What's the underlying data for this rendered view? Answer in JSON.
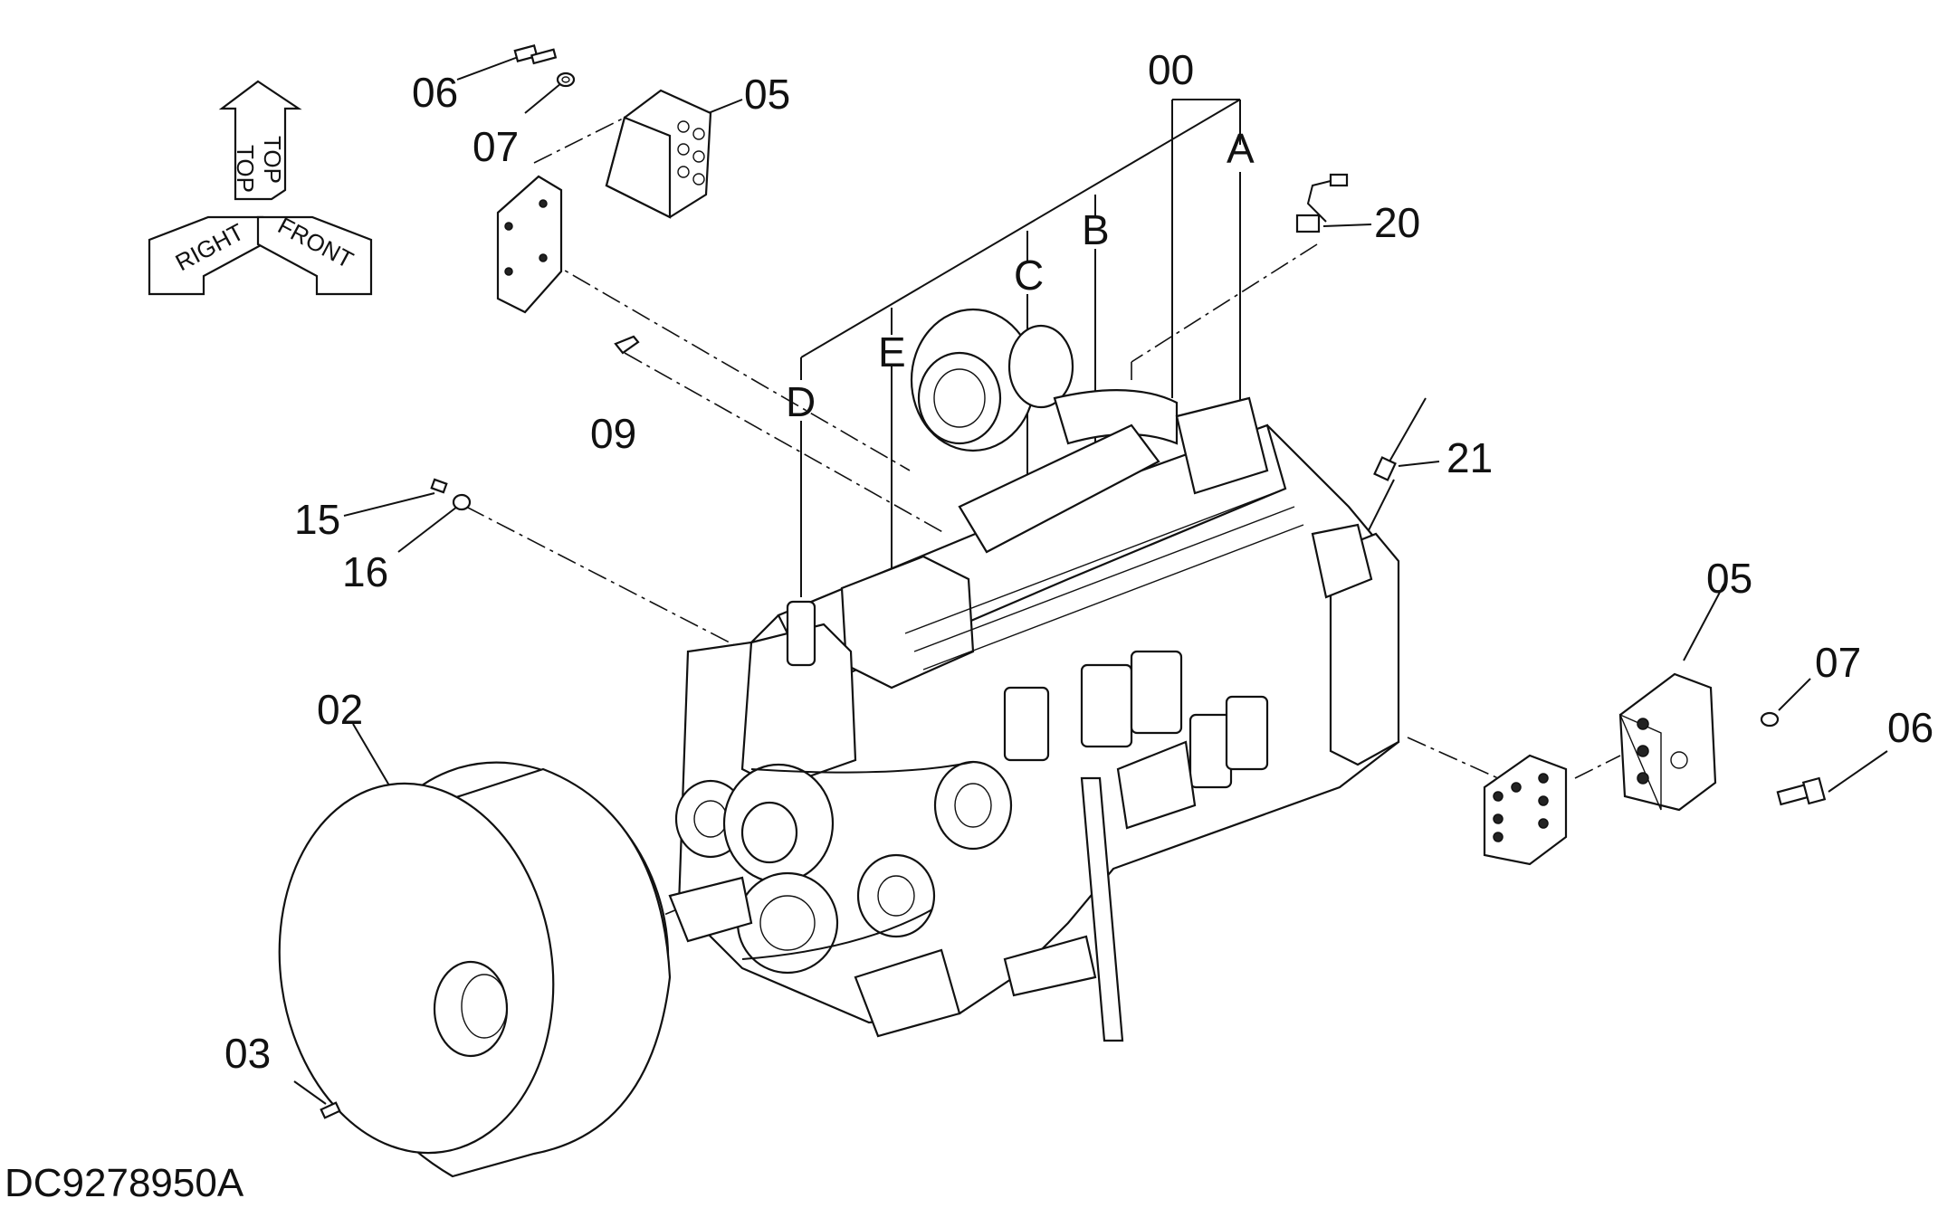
{
  "drawing_id": "DC9278950A",
  "orientation": {
    "top": "TOP",
    "right": "RIGHT",
    "front": "FRONT"
  },
  "labels": {
    "l00": "00",
    "lA": "A",
    "lB": "B",
    "lC": "C",
    "lD": "D",
    "lE": "E",
    "l02": "02",
    "l03": "03",
    "l05a": "05",
    "l05b": "05",
    "l06a": "06",
    "l06b": "06",
    "l07a": "07",
    "l07b": "07",
    "l09": "09",
    "l15": "15",
    "l16": "16",
    "l20": "20",
    "l21": "21"
  }
}
